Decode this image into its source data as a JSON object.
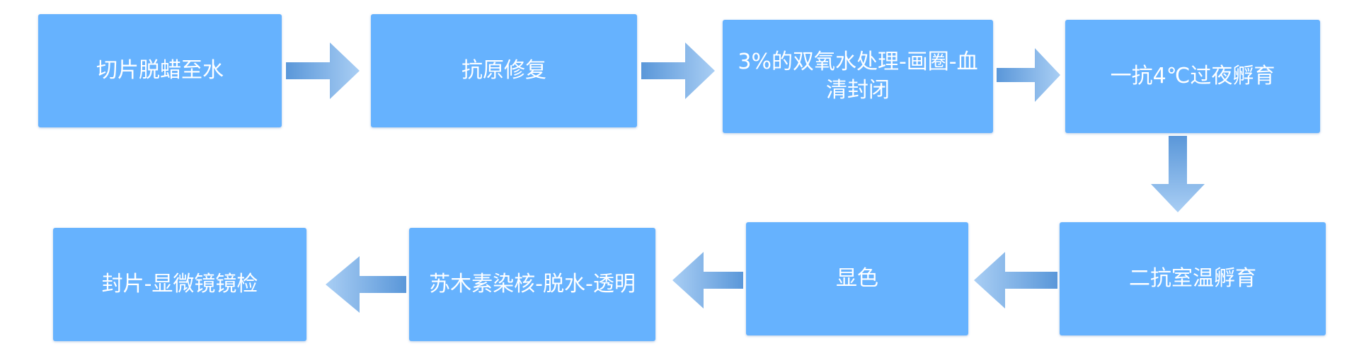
{
  "steps": [
    "切片脱蜡至水",
    "抗原修复",
    "3%的双氧水处理-画圈-血清封闭",
    "一抗4℃过夜孵育",
    "二抗室温孵育",
    "显色",
    "苏木素染核-脱水-透明",
    "封片-显微镜镜检"
  ],
  "colors": {
    "box": "#66b2fe",
    "text": "#ffffff",
    "arrow_light": "#a9cef4",
    "arrow_dark": "#5a97d9"
  }
}
